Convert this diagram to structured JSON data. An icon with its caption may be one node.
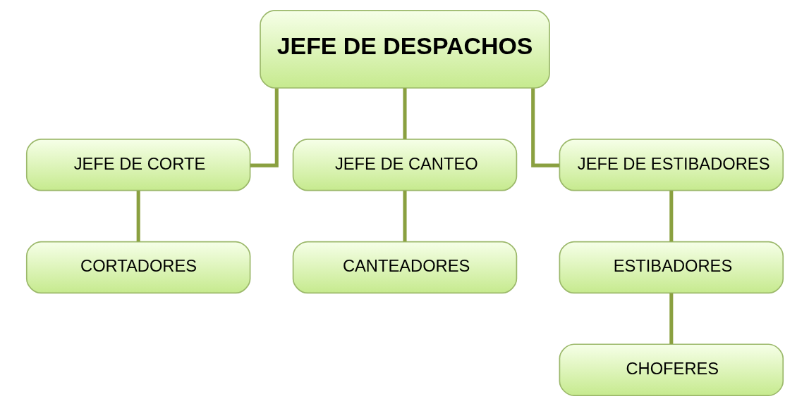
{
  "diagram": {
    "nodes": [
      {
        "text": [
          "JEFE DE DESPACHOS"
        ]
      },
      {
        "text": [
          "JEFE DE CORTE"
        ]
      },
      {
        "text": [
          "JEFE DE CANTEO"
        ]
      },
      {
        "text": [
          "JEFE DE ESTIBADORES"
        ]
      },
      {
        "text": [
          "CORTADORES"
        ]
      },
      {
        "text": [
          "CANTEADORES"
        ]
      },
      {
        "text": [
          "ESTIBADORES"
        ]
      },
      {
        "text": [
          "CHOFERES"
        ]
      }
    ],
    "edges": [
      {
        "from": 0,
        "to": 1,
        "arrow": "none"
      },
      {
        "from": 0,
        "to": 2,
        "arrow": "none"
      },
      {
        "from": 0,
        "to": 3,
        "arrow": "none"
      },
      {
        "from": 1,
        "to": 4,
        "arrow": "none"
      },
      {
        "from": 2,
        "to": 5,
        "arrow": "none"
      },
      {
        "from": 3,
        "to": 6,
        "arrow": "none"
      },
      {
        "from": 6,
        "to": 7,
        "arrow": "none"
      }
    ]
  }
}
